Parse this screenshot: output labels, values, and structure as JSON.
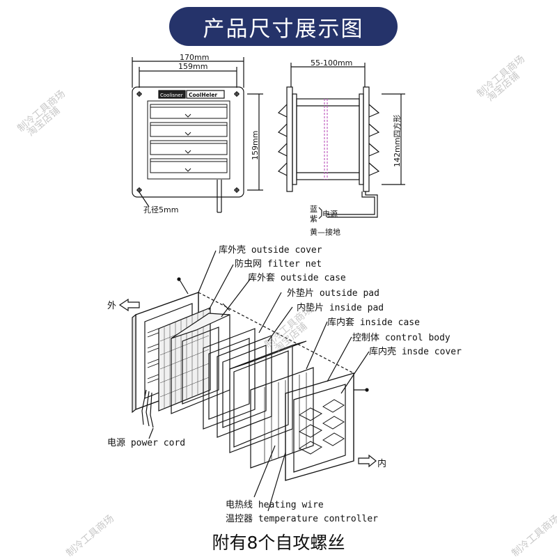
{
  "banner": {
    "title": "产品尺寸展示图"
  },
  "front_view": {
    "width_outer": "170mm",
    "width_inner": "159mm",
    "height": "159mm",
    "hole_note": "孔径5mm",
    "brand_left": "Coolisner",
    "brand_right": "CoolHeler"
  },
  "side_view": {
    "depth": "55-100mm",
    "square": "142mm四方形",
    "wire_blue": "蓝",
    "wire_purple": "紫",
    "power": "电源",
    "ground": "黄—接地"
  },
  "exploded": {
    "outside_direction": "外",
    "inside_direction": "内",
    "parts": [
      "库外壳 outside cover",
      "防虫网 filter net",
      "库外套 outside case",
      "外垫片 outside pad",
      "内垫片 inside pad",
      "库内套 inside case",
      "控制体 control body",
      "库内壳 insde cover"
    ],
    "power_cord": "电源 power cord",
    "heating_wire": "电热线 heating wire",
    "temp_controller": "温控器 temperature controller"
  },
  "footer": "附有8个自攻螺丝",
  "watermark": [
    "制冷工具商场",
    "淘宝店铺"
  ]
}
